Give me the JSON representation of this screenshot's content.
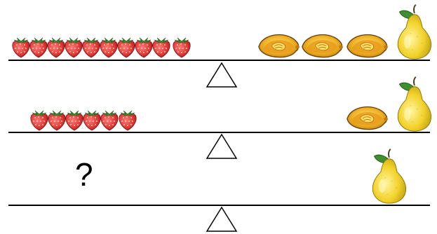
{
  "puzzle": {
    "rows": [
      {
        "left": {
          "strawberries": 10
        },
        "right": {
          "lemons": 3,
          "pears": 1
        }
      },
      {
        "left": {
          "strawberries": 6
        },
        "right": {
          "lemons": 1,
          "pears": 1
        }
      },
      {
        "left": {
          "unknown": true
        },
        "right": {
          "pears": 1
        }
      }
    ],
    "question_mark": "?"
  },
  "colors": {
    "strawberry": "#e23a3a",
    "strawberry_leaf": "#3f8f2f",
    "lemon": "#f0b428",
    "pear": "#f2d22a",
    "beam": "#000000"
  }
}
